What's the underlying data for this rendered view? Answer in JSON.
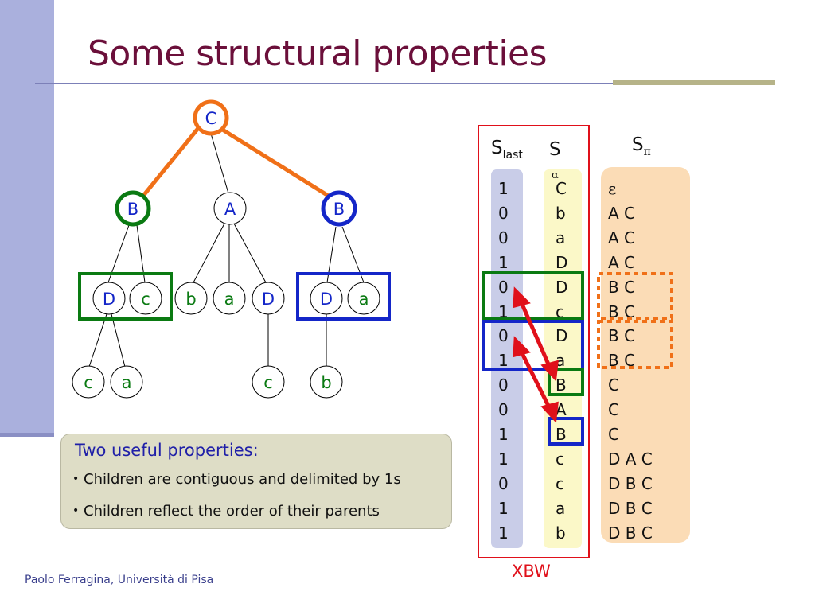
{
  "slide": {
    "title": "Some structural properties",
    "footer": "Paolo Ferragina, Università di Pisa"
  },
  "tree": {
    "root": "C",
    "level1": [
      "B",
      "A",
      "B"
    ],
    "level2": [
      "D",
      "c",
      "b",
      "a",
      "D",
      "D",
      "a"
    ],
    "level3": [
      "c",
      "a",
      "c",
      "b"
    ]
  },
  "properties": {
    "heading": "Two useful properties:",
    "items": [
      "Children are contiguous and delimited by 1s",
      "Children reflect the order of their parents"
    ]
  },
  "xbw": {
    "label": "XBW",
    "slast_header": "S",
    "slast_sub": "last",
    "s_header": "S",
    "spi_header": "S",
    "spi_sub": "π",
    "alpha_mark": "α",
    "slast": [
      "1",
      "0",
      "0",
      "1",
      "0",
      "1",
      "0",
      "1",
      "0",
      "0",
      "1",
      "1",
      "0",
      "1",
      "1"
    ],
    "s": [
      "C",
      "b",
      "a",
      "D",
      "D",
      "c",
      "D",
      "a",
      "B",
      "A",
      "B",
      "c",
      "c",
      "a",
      "b"
    ],
    "spi": [
      "ε",
      "A C",
      "A C",
      "A C",
      "B C",
      "B C",
      "B C",
      "B C",
      "C",
      "C",
      "C",
      "D A C",
      "D B C",
      "D B C",
      "D B C"
    ]
  },
  "colors": {
    "title": "#6b0f3a",
    "xbw_frame": "#e0101a",
    "orange": "#f07018",
    "green": "#0a7a12",
    "blue": "#1426c8"
  }
}
